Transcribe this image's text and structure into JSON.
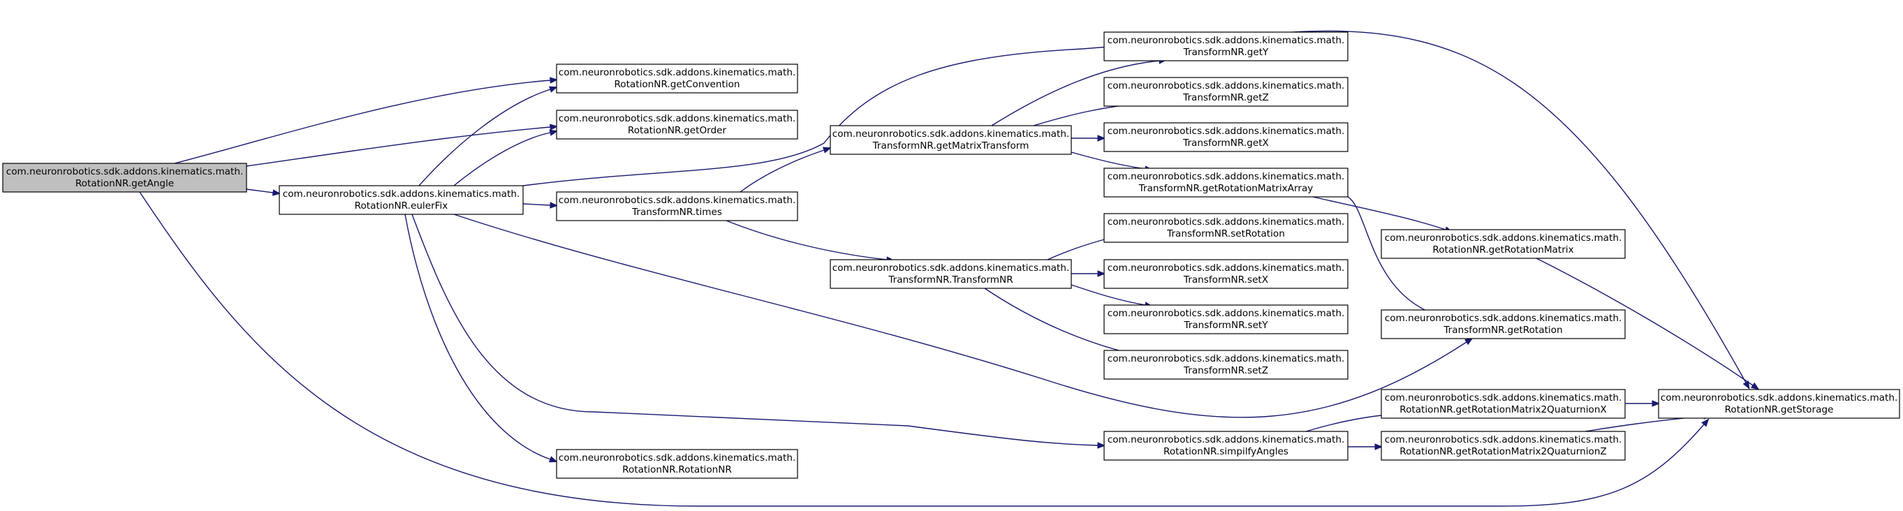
{
  "graph": {
    "title": "",
    "colors": {
      "edge": "#191970",
      "node_fill": "#ffffff",
      "root_fill": "#bfbfbf",
      "node_border": "#000000"
    },
    "nodes": [
      {
        "id": "getAngle",
        "line1": "com.neuronrobotics.sdk.addons.kinematics.math.",
        "line2": "RotationNR.getAngle",
        "root": true
      },
      {
        "id": "eulerFix",
        "line1": "com.neuronrobotics.sdk.addons.kinematics.math.",
        "line2": "RotationNR.eulerFix"
      },
      {
        "id": "getConvention",
        "line1": "com.neuronrobotics.sdk.addons.kinematics.math.",
        "line2": "RotationNR.getConvention"
      },
      {
        "id": "getOrder",
        "line1": "com.neuronrobotics.sdk.addons.kinematics.math.",
        "line2": "RotationNR.getOrder"
      },
      {
        "id": "times",
        "line1": "com.neuronrobotics.sdk.addons.kinematics.math.",
        "line2": "TransformNR.times"
      },
      {
        "id": "rotationNR",
        "line1": "com.neuronrobotics.sdk.addons.kinematics.math.",
        "line2": "RotationNR.RotationNR"
      },
      {
        "id": "getMatrixTransform",
        "line1": "com.neuronrobotics.sdk.addons.kinematics.math.",
        "line2": "TransformNR.getMatrixTransform"
      },
      {
        "id": "transformNR",
        "line1": "com.neuronrobotics.sdk.addons.kinematics.math.",
        "line2": "TransformNR.TransformNR"
      },
      {
        "id": "getY",
        "line1": "com.neuronrobotics.sdk.addons.kinematics.math.",
        "line2": "TransformNR.getY"
      },
      {
        "id": "getZ",
        "line1": "com.neuronrobotics.sdk.addons.kinematics.math.",
        "line2": "TransformNR.getZ"
      },
      {
        "id": "getX",
        "line1": "com.neuronrobotics.sdk.addons.kinematics.math.",
        "line2": "TransformNR.getX"
      },
      {
        "id": "getRotationMatrixArray",
        "line1": "com.neuronrobotics.sdk.addons.kinematics.math.",
        "line2": "TransformNR.getRotationMatrixArray"
      },
      {
        "id": "setRotation",
        "line1": "com.neuronrobotics.sdk.addons.kinematics.math.",
        "line2": "TransformNR.setRotation"
      },
      {
        "id": "setX",
        "line1": "com.neuronrobotics.sdk.addons.kinematics.math.",
        "line2": "TransformNR.setX"
      },
      {
        "id": "setY",
        "line1": "com.neuronrobotics.sdk.addons.kinematics.math.",
        "line2": "TransformNR.setY"
      },
      {
        "id": "setZ",
        "line1": "com.neuronrobotics.sdk.addons.kinematics.math.",
        "line2": "TransformNR.setZ"
      },
      {
        "id": "simplifyAngles",
        "line1": "com.neuronrobotics.sdk.addons.kinematics.math.",
        "line2": "RotationNR.simpilfyAngles"
      },
      {
        "id": "getRotationMatrix",
        "line1": "com.neuronrobotics.sdk.addons.kinematics.math.",
        "line2": "RotationNR.getRotationMatrix"
      },
      {
        "id": "getRotation",
        "line1": "com.neuronrobotics.sdk.addons.kinematics.math.",
        "line2": "TransformNR.getRotation"
      },
      {
        "id": "getRM2QX",
        "line1": "com.neuronrobotics.sdk.addons.kinematics.math.",
        "line2": "RotationNR.getRotationMatrix2QuaturnionX"
      },
      {
        "id": "getRM2QZ",
        "line1": "com.neuronrobotics.sdk.addons.kinematics.math.",
        "line2": "RotationNR.getRotationMatrix2QuaturnionZ"
      },
      {
        "id": "getStorage",
        "line1": "com.neuronrobotics.sdk.addons.kinematics.math.",
        "line2": "RotationNR.getStorage"
      }
    ],
    "edges": [
      {
        "from": "getAngle",
        "to": "eulerFix"
      },
      {
        "from": "getAngle",
        "to": "getConvention"
      },
      {
        "from": "getAngle",
        "to": "getOrder"
      },
      {
        "from": "getAngle",
        "to": "getStorage"
      },
      {
        "from": "eulerFix",
        "to": "getConvention"
      },
      {
        "from": "eulerFix",
        "to": "getOrder"
      },
      {
        "from": "eulerFix",
        "to": "times"
      },
      {
        "from": "eulerFix",
        "to": "rotationNR"
      },
      {
        "from": "eulerFix",
        "to": "getRotation"
      },
      {
        "from": "eulerFix",
        "to": "simplifyAngles"
      },
      {
        "from": "eulerFix",
        "to": "getStorage"
      },
      {
        "from": "times",
        "to": "getMatrixTransform"
      },
      {
        "from": "times",
        "to": "transformNR"
      },
      {
        "from": "getMatrixTransform",
        "to": "getY"
      },
      {
        "from": "getMatrixTransform",
        "to": "getZ"
      },
      {
        "from": "getMatrixTransform",
        "to": "getX"
      },
      {
        "from": "getMatrixTransform",
        "to": "getRotationMatrixArray"
      },
      {
        "from": "getRotationMatrixArray",
        "to": "getRotationMatrix"
      },
      {
        "from": "getRotationMatrixArray",
        "to": "getRotation"
      },
      {
        "from": "transformNR",
        "to": "setRotation"
      },
      {
        "from": "transformNR",
        "to": "setX"
      },
      {
        "from": "transformNR",
        "to": "setY"
      },
      {
        "from": "transformNR",
        "to": "setZ"
      },
      {
        "from": "simplifyAngles",
        "to": "getRM2QX"
      },
      {
        "from": "simplifyAngles",
        "to": "getRM2QZ"
      },
      {
        "from": "getRotationMatrix",
        "to": "getStorage"
      },
      {
        "from": "getRM2QX",
        "to": "getStorage"
      },
      {
        "from": "getRM2QZ",
        "to": "getStorage"
      }
    ]
  }
}
